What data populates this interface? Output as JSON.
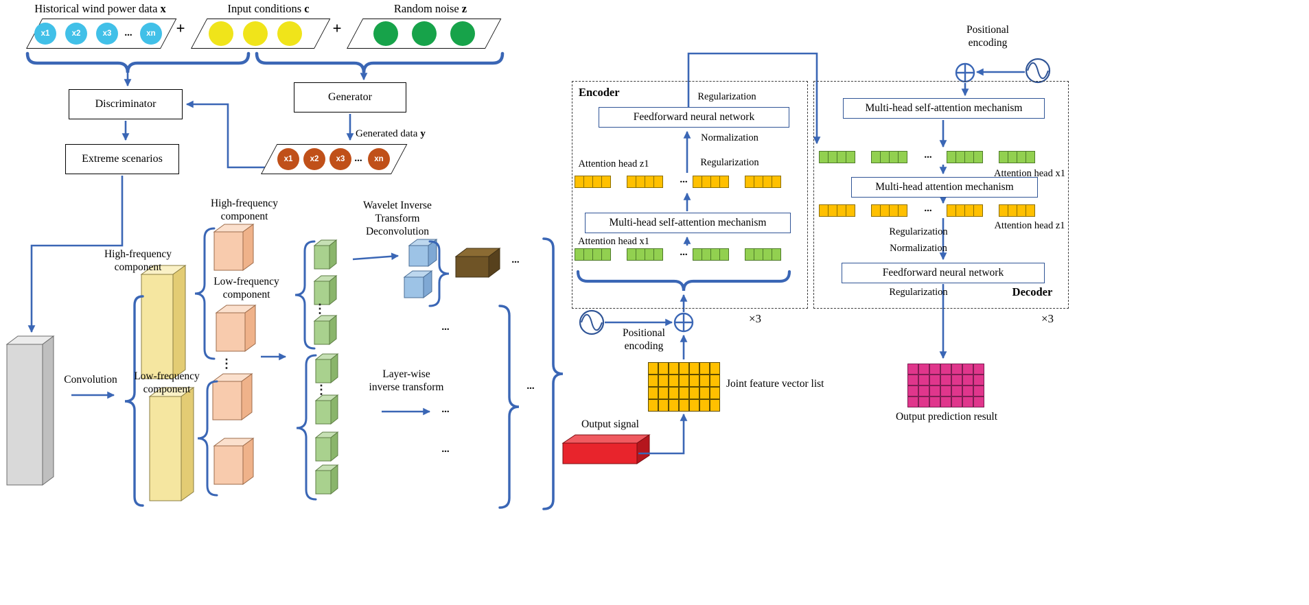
{
  "colors": {
    "arrow": "#3A66B5",
    "cyan_unit": "#41C0E8",
    "yellow_unit": "#F0E41A",
    "green_unit": "#17A34A",
    "orange_unit": "#C05019",
    "bar_green": "#92D050",
    "bar_orange": "#FFC000",
    "grid_orange": "#FFC000",
    "grid_magenta": "#E0368C"
  },
  "misc": {
    "plus": "+",
    "hdots": "...",
    "vdots": "⋮"
  },
  "units": [
    "x1",
    "x2",
    "x3",
    "...",
    "xn"
  ],
  "gan": {
    "historical_title": "Historical wind power data",
    "historical_var": "x",
    "conditions_title": "Input conditions",
    "conditions_var": "c",
    "noise_title": "Random noise",
    "noise_var": "z",
    "discriminator": "Discriminator",
    "generator": "Generator",
    "generated_title": "Generated data",
    "generated_var": "y",
    "extreme": "Extreme scenarios"
  },
  "wavelet": {
    "convolution": "Convolution",
    "high_freq": "High-frequency component",
    "low_freq": "Low-frequency component",
    "wit_lines": [
      "Wavelet Inverse",
      "Transform",
      "Deconvolution"
    ],
    "layerwise_lines": [
      "Layer-wise",
      "inverse transform"
    ]
  },
  "encoder": {
    "title": "Encoder",
    "reg_top": "Regularization",
    "feedforward": "Feedforward neural network",
    "normalization": "Normalization",
    "reg_mid": "Regularization",
    "head_z1": "Attention head z1",
    "self_attention": "Multi-head self-attention mechanism",
    "head_x1": "Attention head x1",
    "times": "×3"
  },
  "decoder": {
    "title": "Decoder",
    "pos_lines": [
      "Positional",
      "encoding"
    ],
    "self_attention": "Multi-head self-attention mechanism",
    "head_x1": "Attention head x1",
    "cross_attention": "Multi-head attention mechanism",
    "head_z1": "Attention head z1",
    "reg_1": "Regularization",
    "normalization": "Normalization",
    "feedforward": "Feedforward neural network",
    "reg_2": "Regularization",
    "times": "×3",
    "output_result": "Output prediction result"
  },
  "fusion": {
    "pos_lines": [
      "Positional",
      "encoding"
    ],
    "joint_feature": "Joint feature vector list",
    "output_signal": "Output signal"
  }
}
